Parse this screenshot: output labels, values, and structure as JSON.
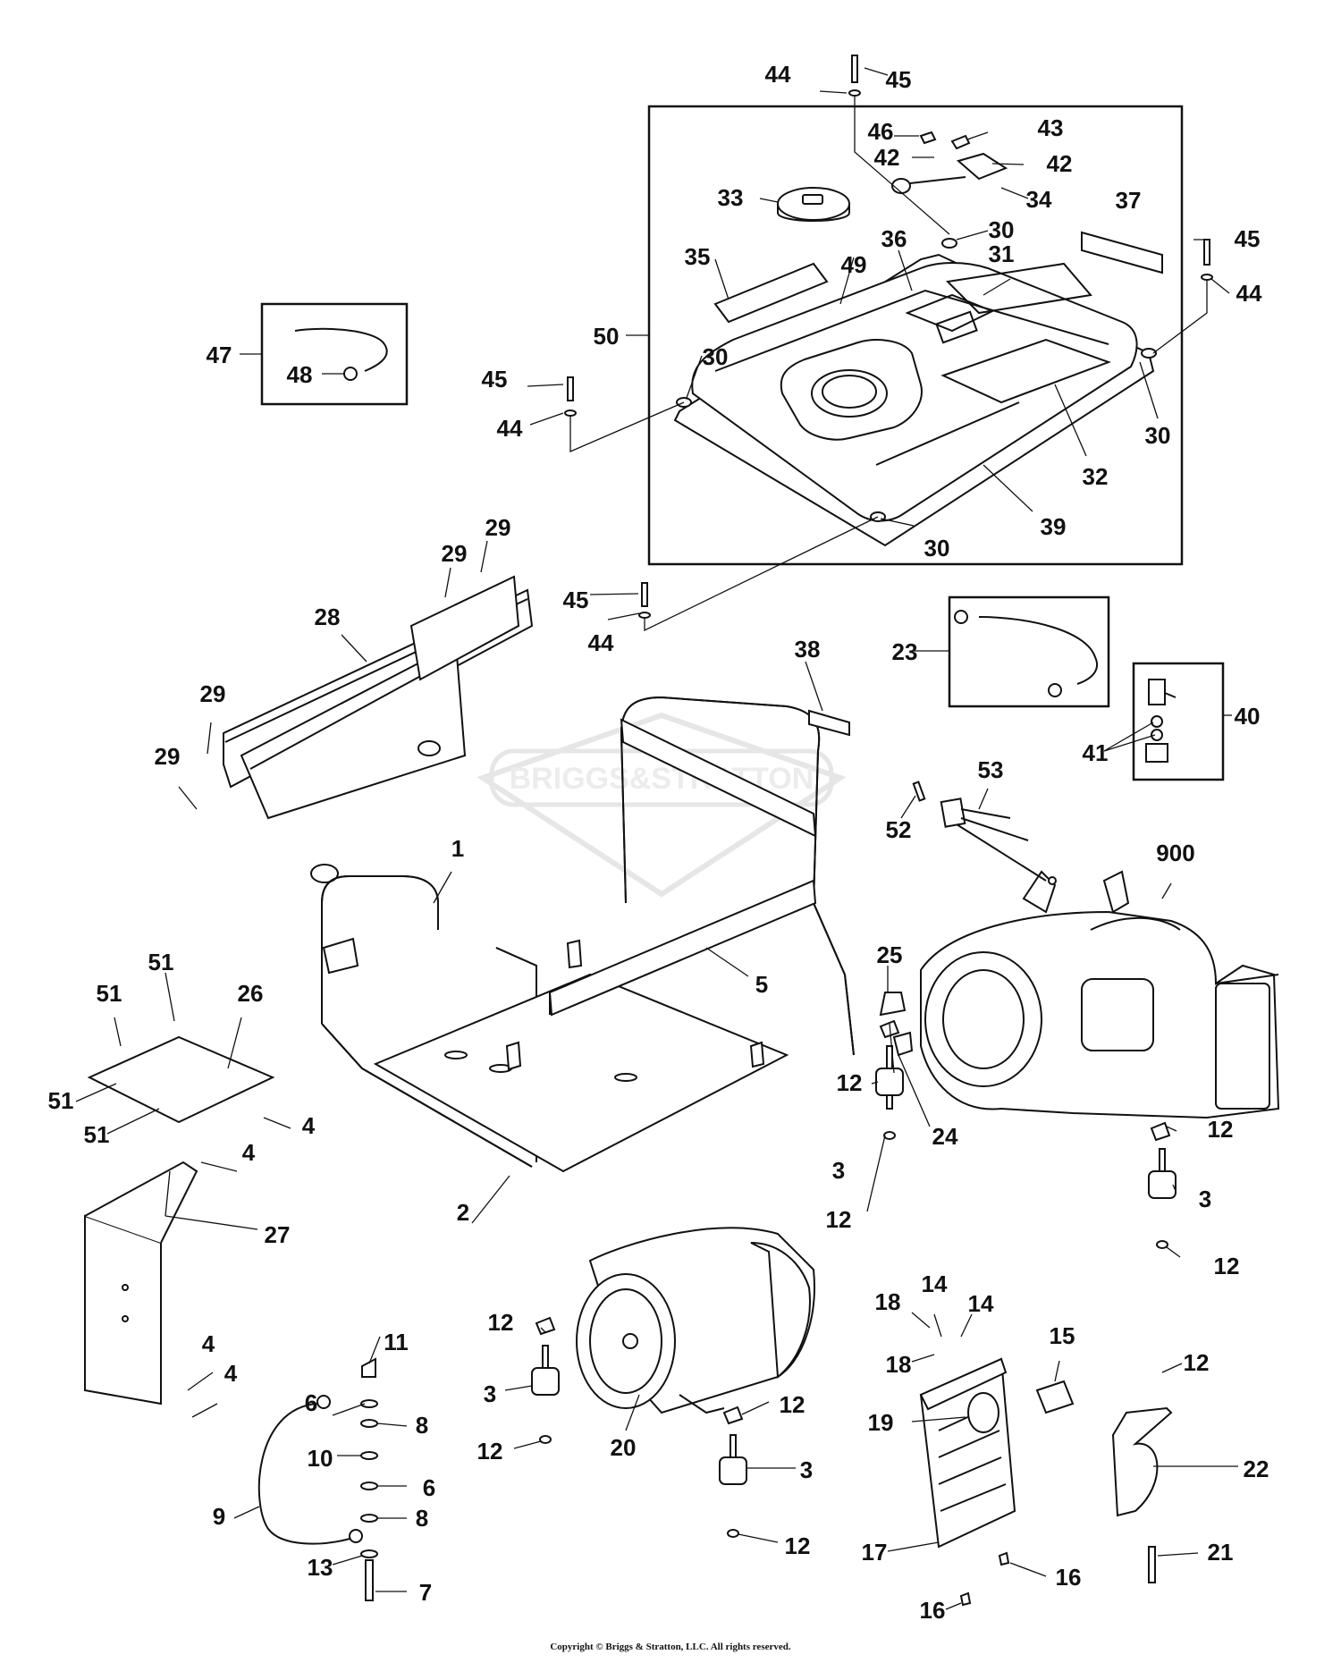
{
  "watermark": {
    "text": "BRIGGS&STRATTON"
  },
  "copyright": "Copyright © Briggs & Stratton, LLC. All rights reserved.",
  "labels": [
    {
      "id": "44a",
      "text": "44"
    },
    {
      "id": "45a",
      "text": "45"
    },
    {
      "id": "46",
      "text": "46"
    },
    {
      "id": "43",
      "text": "43"
    },
    {
      "id": "42a",
      "text": "42"
    },
    {
      "id": "42b",
      "text": "42"
    },
    {
      "id": "33",
      "text": "33"
    },
    {
      "id": "34",
      "text": "34"
    },
    {
      "id": "30a",
      "text": "30"
    },
    {
      "id": "37",
      "text": "37"
    },
    {
      "id": "45b",
      "text": "45"
    },
    {
      "id": "44b",
      "text": "44"
    },
    {
      "id": "35",
      "text": "35"
    },
    {
      "id": "36",
      "text": "36"
    },
    {
      "id": "49",
      "text": "49"
    },
    {
      "id": "31",
      "text": "31"
    },
    {
      "id": "50",
      "text": "50"
    },
    {
      "id": "47",
      "text": "47"
    },
    {
      "id": "48",
      "text": "48"
    },
    {
      "id": "30b",
      "text": "30"
    },
    {
      "id": "45c",
      "text": "45"
    },
    {
      "id": "44c",
      "text": "44"
    },
    {
      "id": "30c",
      "text": "30"
    },
    {
      "id": "32",
      "text": "32"
    },
    {
      "id": "39",
      "text": "39"
    },
    {
      "id": "30d",
      "text": "30"
    },
    {
      "id": "29a",
      "text": "29"
    },
    {
      "id": "29b",
      "text": "29"
    },
    {
      "id": "28",
      "text": "28"
    },
    {
      "id": "45d",
      "text": "45"
    },
    {
      "id": "44d",
      "text": "44"
    },
    {
      "id": "38",
      "text": "38"
    },
    {
      "id": "23",
      "text": "23"
    },
    {
      "id": "40",
      "text": "40"
    },
    {
      "id": "41",
      "text": "41"
    },
    {
      "id": "29c",
      "text": "29"
    },
    {
      "id": "29d",
      "text": "29"
    },
    {
      "id": "53",
      "text": "53"
    },
    {
      "id": "52",
      "text": "52"
    },
    {
      "id": "900",
      "text": "900"
    },
    {
      "id": "1",
      "text": "1"
    },
    {
      "id": "5",
      "text": "5"
    },
    {
      "id": "25",
      "text": "25"
    },
    {
      "id": "51a",
      "text": "51"
    },
    {
      "id": "51b",
      "text": "51"
    },
    {
      "id": "26",
      "text": "26"
    },
    {
      "id": "51c",
      "text": "51"
    },
    {
      "id": "51d",
      "text": "51"
    },
    {
      "id": "4a",
      "text": "4"
    },
    {
      "id": "4b",
      "text": "4"
    },
    {
      "id": "12a",
      "text": "12"
    },
    {
      "id": "3a",
      "text": "3"
    },
    {
      "id": "24",
      "text": "24"
    },
    {
      "id": "12b",
      "text": "12"
    },
    {
      "id": "12c",
      "text": "12"
    },
    {
      "id": "3b",
      "text": "3"
    },
    {
      "id": "12d",
      "text": "12"
    },
    {
      "id": "2",
      "text": "2"
    },
    {
      "id": "27",
      "text": "27"
    },
    {
      "id": "11",
      "text": "11"
    },
    {
      "id": "4c",
      "text": "4"
    },
    {
      "id": "4d",
      "text": "4"
    },
    {
      "id": "12e",
      "text": "12"
    },
    {
      "id": "3c",
      "text": "3"
    },
    {
      "id": "12f",
      "text": "12"
    },
    {
      "id": "20",
      "text": "20"
    },
    {
      "id": "12g",
      "text": "12"
    },
    {
      "id": "3d",
      "text": "3"
    },
    {
      "id": "12h",
      "text": "12"
    },
    {
      "id": "18a",
      "text": "18"
    },
    {
      "id": "14a",
      "text": "14"
    },
    {
      "id": "14b",
      "text": "14"
    },
    {
      "id": "15",
      "text": "15"
    },
    {
      "id": "18b",
      "text": "18"
    },
    {
      "id": "19",
      "text": "19"
    },
    {
      "id": "12i",
      "text": "12"
    },
    {
      "id": "22",
      "text": "22"
    },
    {
      "id": "6a",
      "text": "6"
    },
    {
      "id": "8a",
      "text": "8"
    },
    {
      "id": "10",
      "text": "10"
    },
    {
      "id": "6b",
      "text": "6"
    },
    {
      "id": "9",
      "text": "9"
    },
    {
      "id": "8b",
      "text": "8"
    },
    {
      "id": "13",
      "text": "13"
    },
    {
      "id": "7",
      "text": "7"
    },
    {
      "id": "17",
      "text": "17"
    },
    {
      "id": "21",
      "text": "21"
    },
    {
      "id": "16a",
      "text": "16"
    },
    {
      "id": "16b",
      "text": "16"
    }
  ]
}
